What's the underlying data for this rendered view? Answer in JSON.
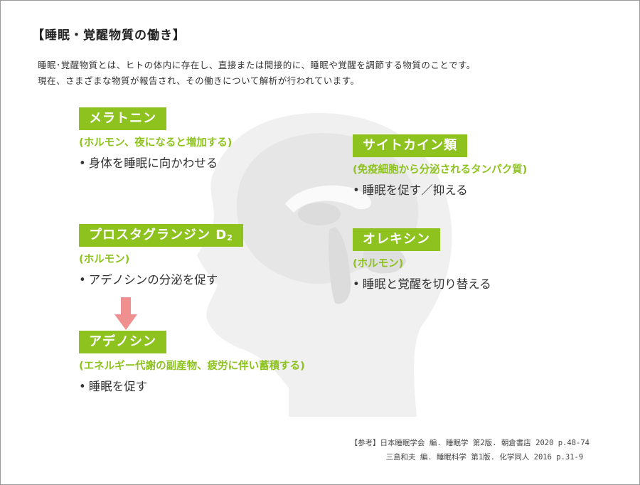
{
  "title": "【睡眠・覚醒物質の働き】",
  "intro": [
    "睡眠･覚醒物質とは、ヒトの体内に存在し、直接または間接的に、睡眠や覚醒を調節する物質のことです。",
    "現在、さまざまな物質が報告され、その働きについて解析が行われています。"
  ],
  "colors": {
    "accent": "#8dc21f",
    "arrow": "#f08f8f",
    "silhouette": "#f0f0f0"
  },
  "substances": {
    "melatonin": {
      "name": "メラトニン",
      "note": "(ホルモン、夜になると増加する)",
      "effect": "身体を睡眠に向かわせる"
    },
    "prostaglandin": {
      "name": "プロスタグランジン D",
      "subscript": "2",
      "note": "(ホルモン)",
      "effect": "アデノシンの分泌を促す"
    },
    "adenosine": {
      "name": "アデノシン",
      "note": "(エネルギー代謝の副産物、疲労に伴い蓄積する)",
      "effect": "睡眠を促す"
    },
    "cytokine": {
      "name": "サイトカイン類",
      "note": "(免疫細胞から分泌されるタンパク質)",
      "effect": "睡眠を促す／抑える"
    },
    "orexin": {
      "name": "オレキシン",
      "note": "(ホルモン)",
      "effect": "睡眠と覚醒を切り替える"
    }
  },
  "bullet": "•",
  "references": [
    "【参考】日本睡眠学会 編. 睡眠学 第2版. 朝倉書店 2020 p.48-74",
    "三島和夫 編. 睡眠科学 第1版. 化学同人 2016 p.31-9"
  ]
}
